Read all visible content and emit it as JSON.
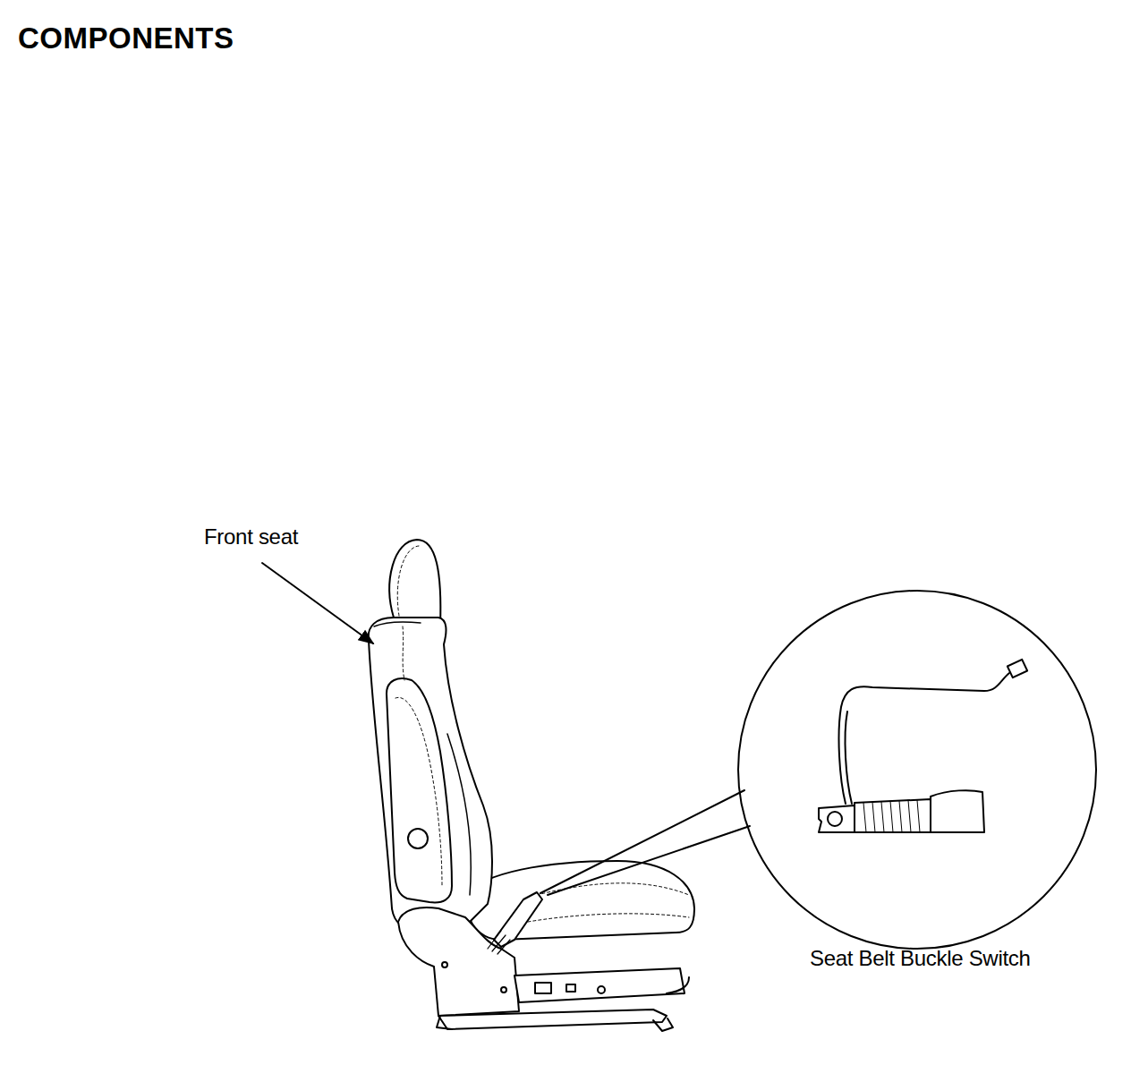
{
  "diagram": {
    "title": "COMPONENTS",
    "labels": [
      "Front seat",
      "Seat Belt Buckle Switch"
    ]
  }
}
